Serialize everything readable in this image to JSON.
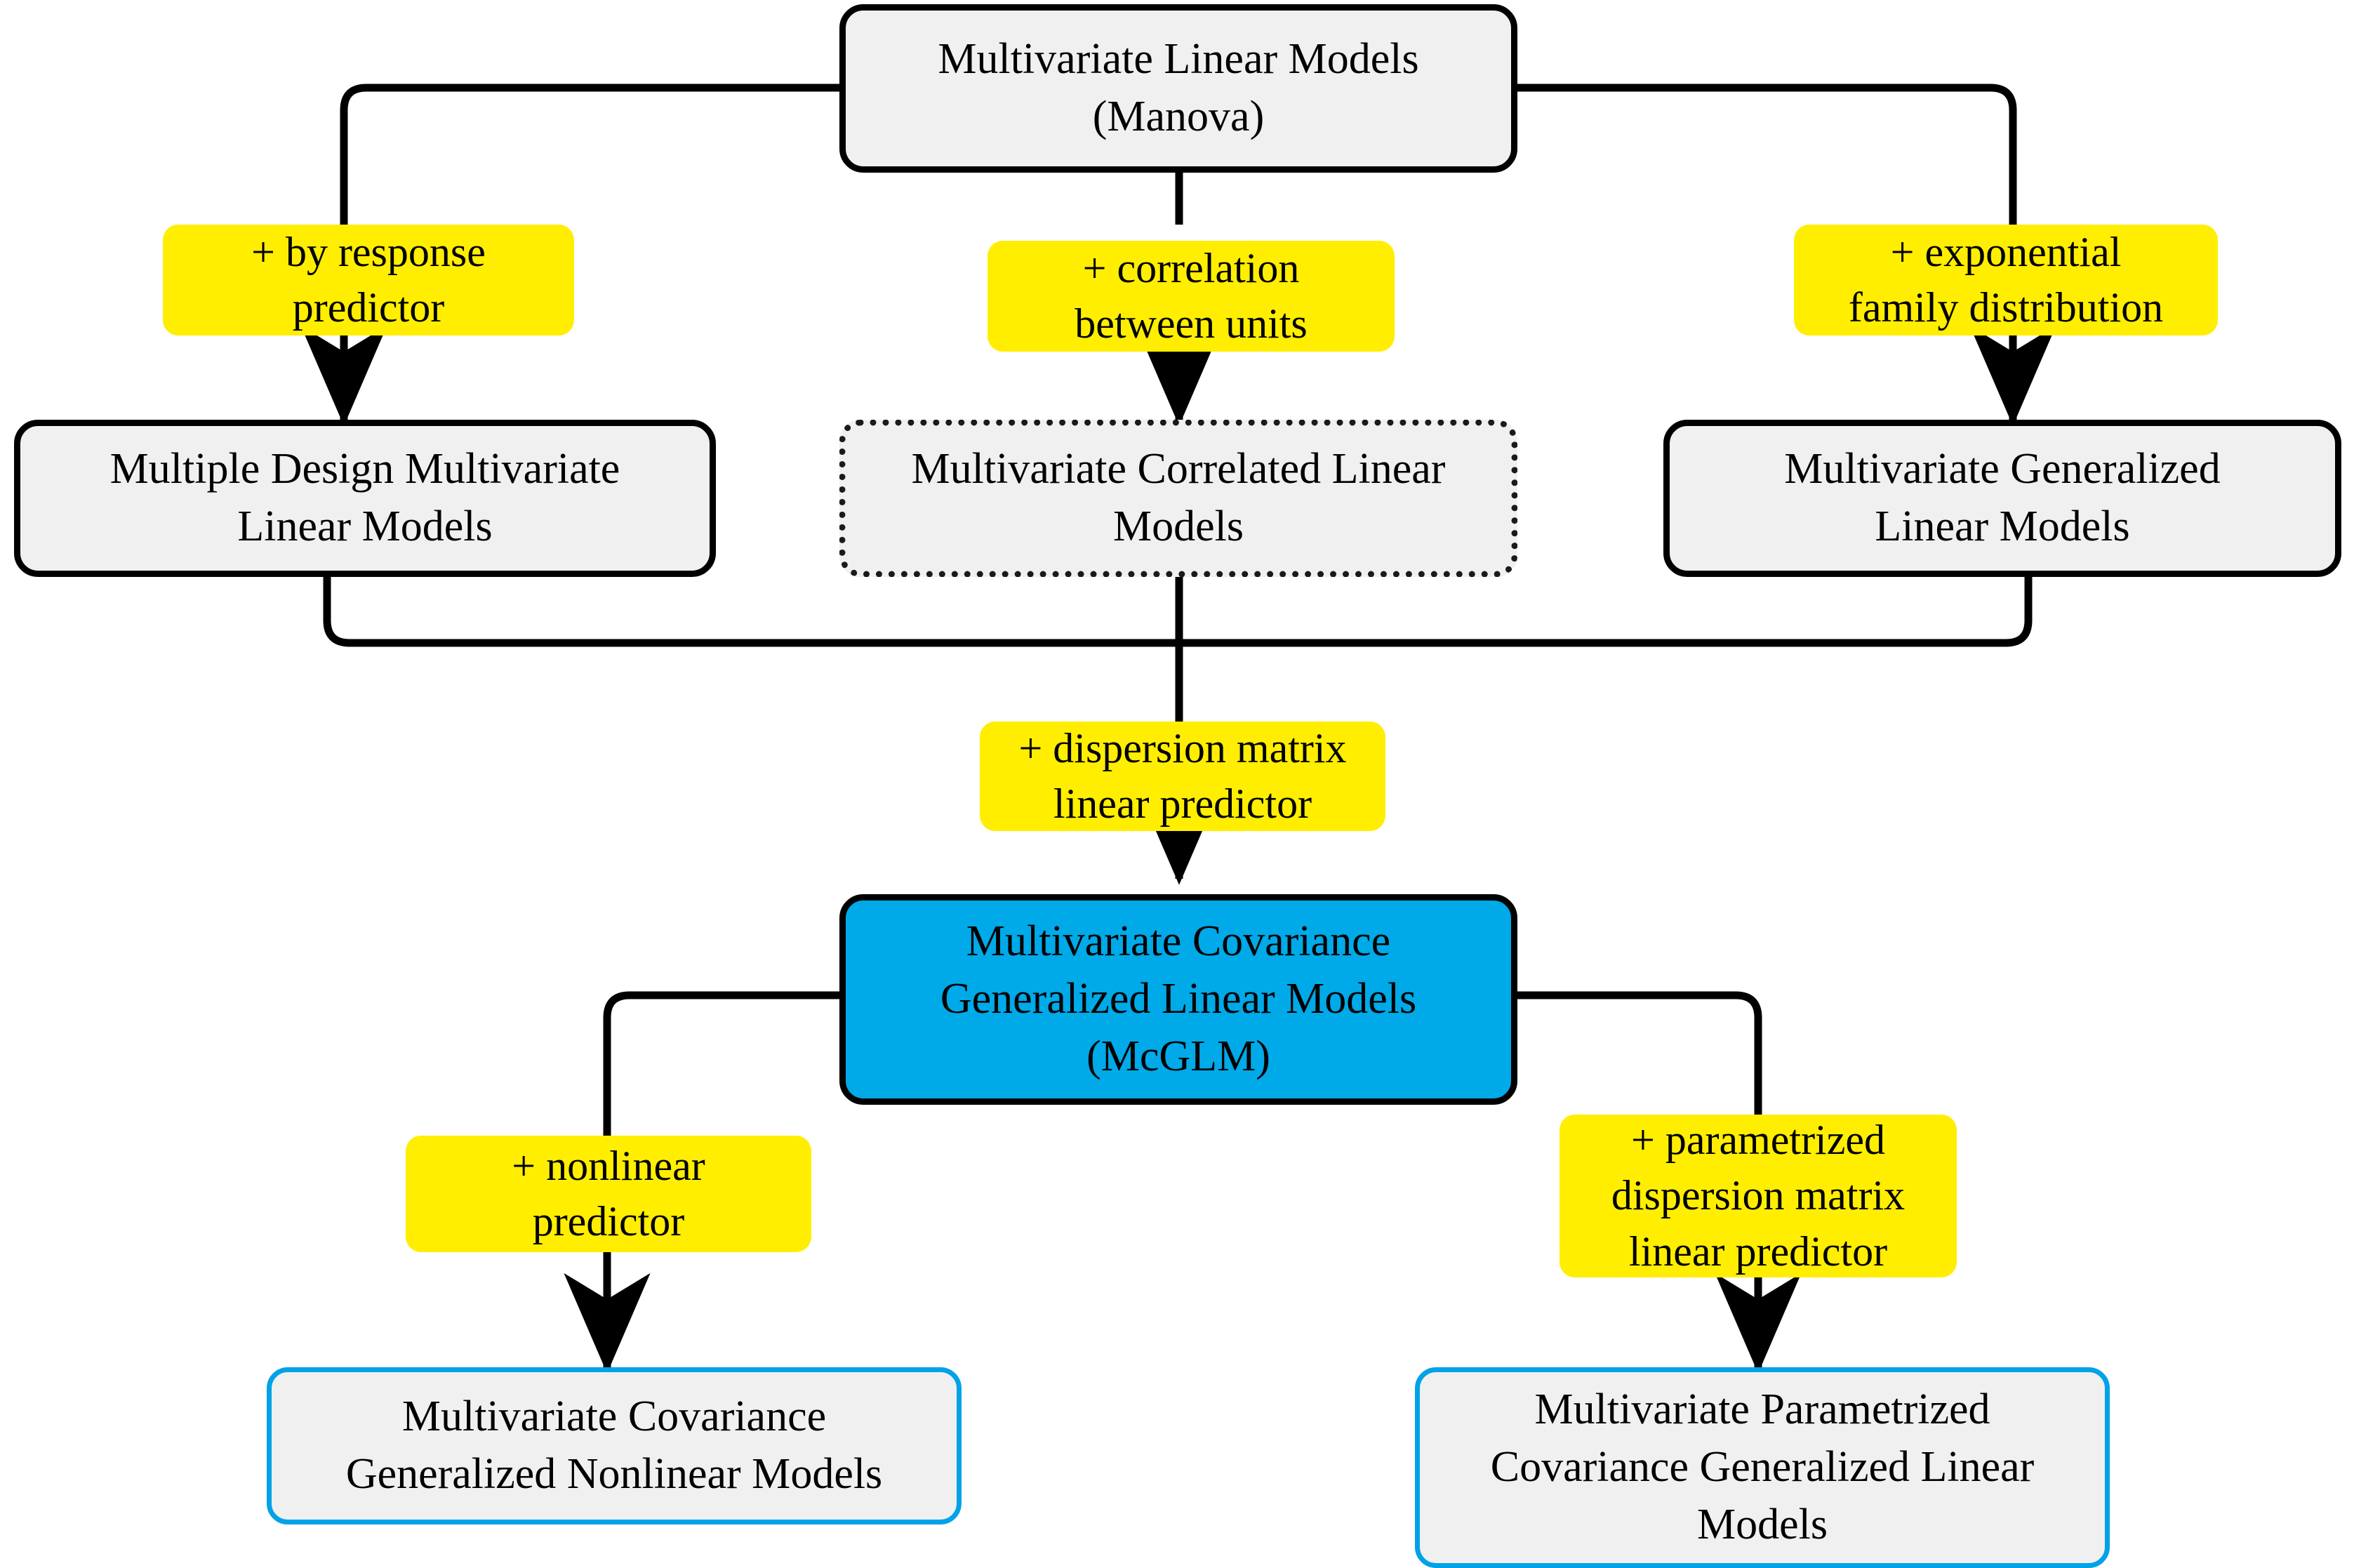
{
  "diagram": {
    "title_node": {
      "id": "manova",
      "label": "Multivariate Linear Models\n(Manova)"
    },
    "colors": {
      "accent_blue": "#00a9e8",
      "outline_blue": "#00a2e8",
      "chip_yellow": "#ffee00",
      "box_fill": "#f0f0f0",
      "line_black": "#000000"
    },
    "nodes": [
      {
        "id": "manova",
        "label": "Multivariate Linear Models\n(Manova)",
        "style": "solid"
      },
      {
        "id": "mdmlm",
        "label": "Multiple Design Multivariate\nLinear Models",
        "style": "solid"
      },
      {
        "id": "mclm",
        "label": "Multivariate Correlated Linear\nModels",
        "style": "dotted"
      },
      {
        "id": "mglm",
        "label": "Multivariate Generalized\nLinear Models",
        "style": "solid"
      },
      {
        "id": "mcglm",
        "label": "Multivariate Covariance\nGeneralized Linear Models\n(McGLM)",
        "style": "accent"
      },
      {
        "id": "mcgnlm",
        "label": "Multivariate Covariance\nGeneralized Nonlinear Models",
        "style": "outlined"
      },
      {
        "id": "mpcglm",
        "label": "Multivariate Parametrized\nCovariance Generalized Linear\nModels",
        "style": "outlined"
      }
    ],
    "edge_labels": [
      {
        "id": "by-response-predictor",
        "label": "+ by response\npredictor"
      },
      {
        "id": "correlation-between-units",
        "label": "+ correlation\nbetween units"
      },
      {
        "id": "exponential-family",
        "label": "+ exponential\nfamily distribution"
      },
      {
        "id": "dispersion-matrix",
        "label": "+ dispersion matrix\nlinear predictor"
      },
      {
        "id": "nonlinear-predictor",
        "label": "+ nonlinear\npredictor"
      },
      {
        "id": "parametrized-dispersion",
        "label": "+ parametrized\ndispersion matrix\nlinear predictor"
      }
    ]
  }
}
